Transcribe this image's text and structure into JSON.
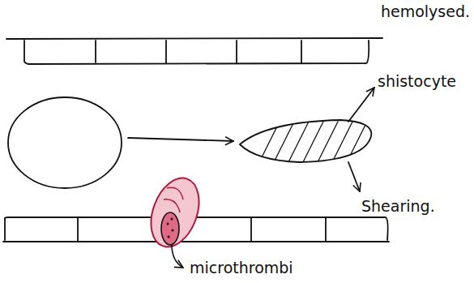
{
  "diagram": {
    "labels": [
      "hemolysed.",
      "shistocyte",
      "Shearing.",
      "microthrombi"
    ]
  }
}
